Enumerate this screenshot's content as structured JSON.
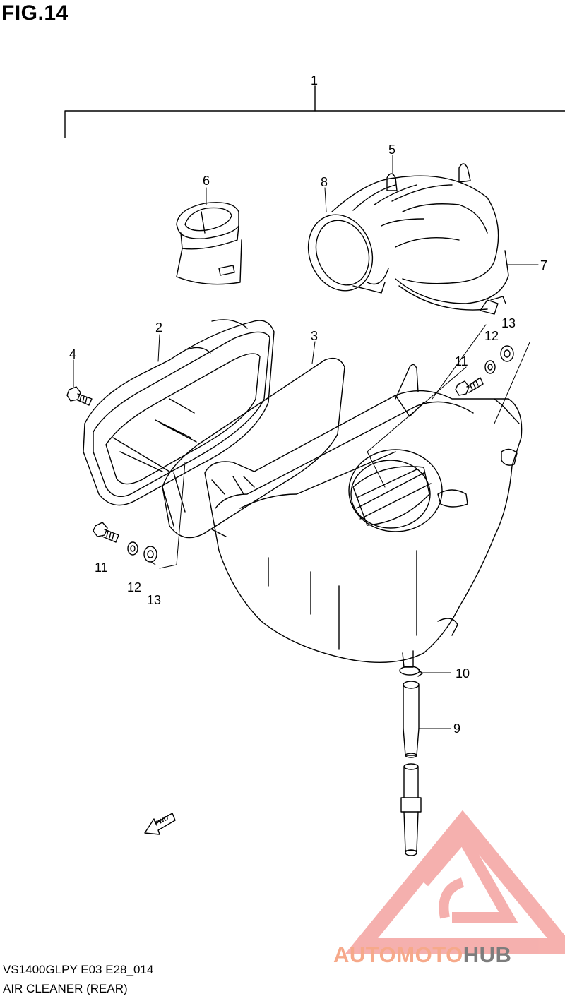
{
  "figure_title": "FIG.14",
  "callouts": {
    "c1": "1",
    "c2": "2",
    "c3": "3",
    "c4": "4",
    "c5": "5",
    "c6": "6",
    "c7": "7",
    "c8": "8",
    "c9": "9",
    "c10": "10",
    "c11a": "11",
    "c11b": "11",
    "c12a": "12",
    "c12b": "12",
    "c13a": "13",
    "c13b": "13"
  },
  "fwd_label": "FWD",
  "footer": {
    "model_code": "VS1400GLPY E03 E28_014",
    "section_name": "AIR CLEANER (REAR)"
  },
  "watermark": {
    "part1": "AUTO",
    "part2": "MOTO",
    "part3": "HUB",
    "colors": {
      "accent": "#f6a98a",
      "triangle": "#f4a3a0",
      "hub": "#7d7d7d"
    }
  }
}
